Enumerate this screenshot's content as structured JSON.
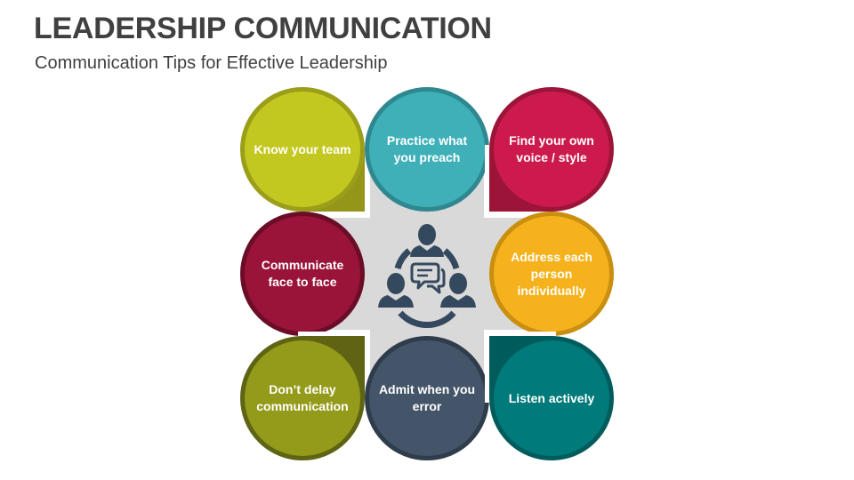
{
  "header": {
    "title": "LEADERSHIP COMMUNICATION",
    "subtitle": "Communication Tips for Effective Leadership"
  },
  "center_icon": "team-communication-icon",
  "tips": [
    {
      "label": "Know your team",
      "fill": "#c3c821",
      "border": "#9a9e19",
      "corner": "#94961a",
      "corner_pos": "bottom-right"
    },
    {
      "label": "Practice what you preach",
      "fill": "#3fb0b8",
      "border": "#2f8890",
      "corner": null
    },
    {
      "label": "Find your own voice / style",
      "fill": "#cc1a4c",
      "border": "#9c1538",
      "corner": "#9c1538",
      "corner_pos": "bottom-left"
    },
    {
      "label": "Communicate face to face",
      "fill": "#9a1338",
      "border": "#6b0d27",
      "corner": null
    },
    {
      "label": "Address each person individually",
      "fill": "#f5b21c",
      "border": "#c98f10",
      "corner": null
    },
    {
      "label": "Don’t delay communication",
      "fill": "#949a1a",
      "border": "#5f6414",
      "corner": "#5f6414",
      "corner_pos": "top-right"
    },
    {
      "label": "Admit when you error",
      "fill": "#455569",
      "border": "#2f3c4c",
      "corner": null
    },
    {
      "label": "Listen actively",
      "fill": "#007a7a",
      "border": "#005c5c",
      "corner": "#005c5c",
      "corner_pos": "top-left"
    }
  ],
  "colors": {
    "title": "#404040",
    "cross_background": "#d9d9d9",
    "icon": "#34495e"
  }
}
